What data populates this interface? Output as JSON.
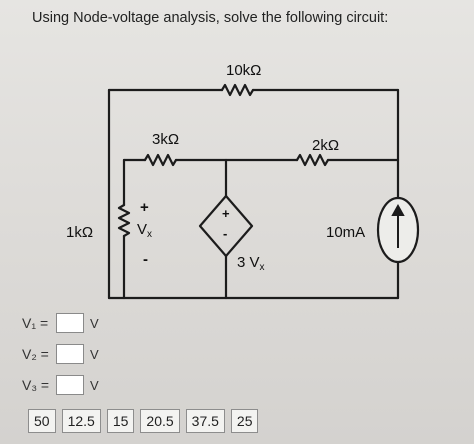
{
  "question": "Using Node-voltage analysis, solve the following circuit:",
  "circuit": {
    "r_top": "10kΩ",
    "r_mid": "3kΩ",
    "r_right": "2kΩ",
    "r_left": "1kΩ",
    "vx_plus": "+",
    "vx_minus": "-",
    "vx_main": "V",
    "vx_sub": "x",
    "dep_plus": "+",
    "dep_minus": "-",
    "dep_coeff": "3 V",
    "dep_sub": "x",
    "current_source": "10mA"
  },
  "answers": [
    {
      "label": "V₁ =",
      "unit": "V",
      "value": ""
    },
    {
      "label": "V₂ =",
      "unit": "V",
      "value": ""
    },
    {
      "label": "V₃ =",
      "unit": "V",
      "value": ""
    }
  ],
  "choices": [
    "50",
    "12.5",
    "15",
    "20.5",
    "37.5",
    "25"
  ]
}
